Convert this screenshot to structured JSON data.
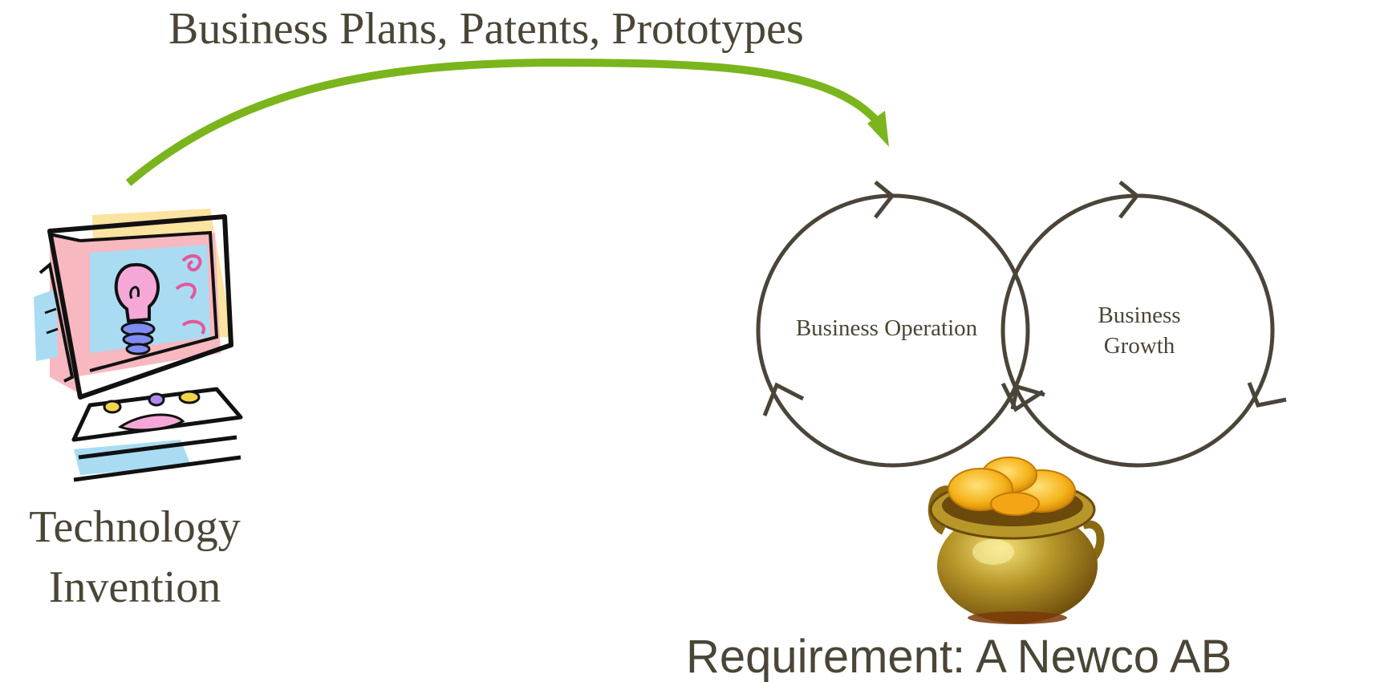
{
  "top_label": "Business Plans, Patents, Prototypes",
  "invention": {
    "line1": "Technology",
    "line2": "Invention",
    "icon": "computer-lightbulb-icon"
  },
  "cycles": {
    "operation": "Business Operation",
    "growth_line1": "Business",
    "growth_line2": "Growth"
  },
  "pot_icon": "pot-of-gold-icon",
  "requirement": "Requirement: A Newco AB",
  "colors": {
    "text": "#4a4536",
    "arrow": "#7ab51d",
    "cycle": "#4a4538"
  }
}
